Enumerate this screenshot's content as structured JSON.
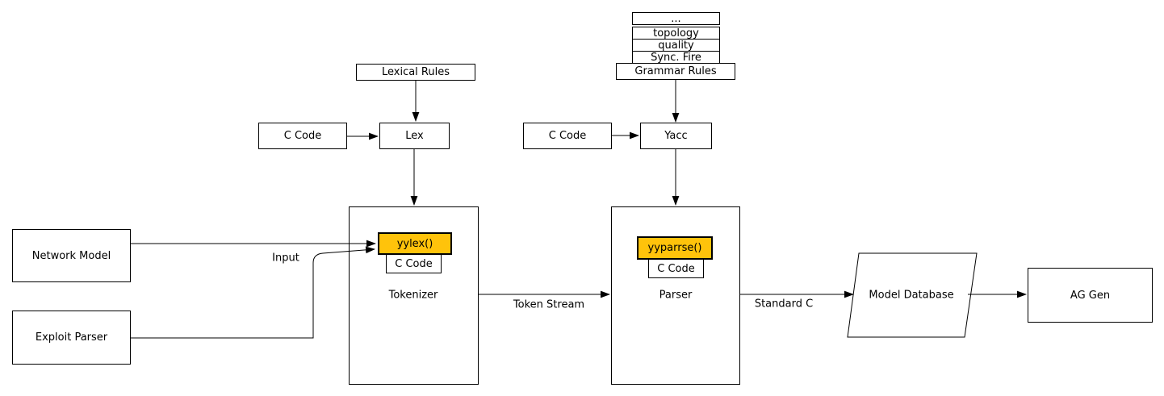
{
  "diagram": {
    "stack": {
      "items": [
        "...",
        "topology",
        "quality",
        "Sync. Fire"
      ]
    },
    "nodes": {
      "grammar_rules": "Grammar Rules",
      "lexical_rules": "Lexical Rules",
      "c_code_lex": "C Code",
      "lex": "Lex",
      "c_code_yacc": "C Code",
      "yacc": "Yacc",
      "network_model": "Network Model",
      "exploit_parser": "Exploit Parser",
      "tokenizer": "Tokenizer",
      "yylex": "yylex()",
      "c_code_tokenizer": "C Code",
      "parser": "Parser",
      "yyparrse": "yyparrse()",
      "c_code_parser": "C Code",
      "model_database": "Model Database",
      "ag_gen": "AG Gen"
    },
    "edge_labels": {
      "input": "Input",
      "token_stream": "Token Stream",
      "standard_c": "Standard C"
    },
    "colors": {
      "highlight": "#FFC30B",
      "stroke": "#000000",
      "background": "#FFFFFF"
    }
  }
}
